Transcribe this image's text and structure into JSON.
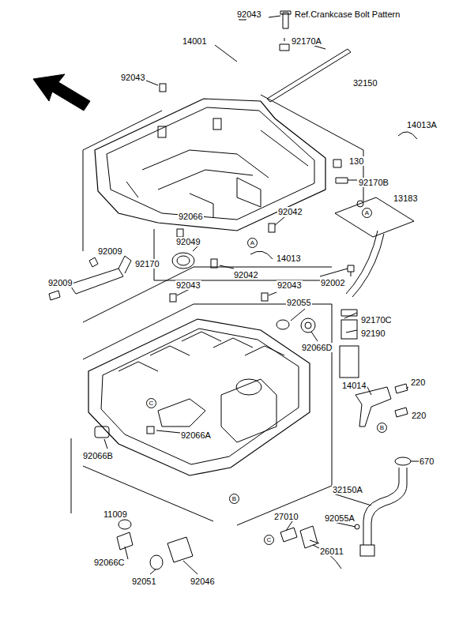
{
  "diagram": {
    "nodes": [
      {
        "text": [
          "A"
        ]
      },
      {
        "text": [
          "A"
        ]
      },
      {
        "text": [
          "C"
        ]
      },
      {
        "text": [
          "B"
        ]
      },
      {
        "text": [
          "B"
        ]
      },
      {
        "text": [
          "C"
        ]
      }
    ],
    "labels": [
      "92043",
      "Ref.Crankcase Bolt Pattern",
      "14001",
      "92043",
      "92170A",
      "32150",
      "14013A",
      "130",
      "92170B",
      "13183",
      "92066",
      "92042",
      "92049",
      "14013",
      "92042",
      "92002",
      "92009",
      "92170",
      "92009",
      "92043",
      "92043",
      "92055",
      "92066D",
      "92170C",
      "92190",
      "14014",
      "220",
      "220",
      "670",
      "92066A",
      "92066B",
      "32150A",
      "11009",
      "92055A",
      "27010",
      "26011",
      "92066C",
      "92051",
      "92046"
    ]
  }
}
